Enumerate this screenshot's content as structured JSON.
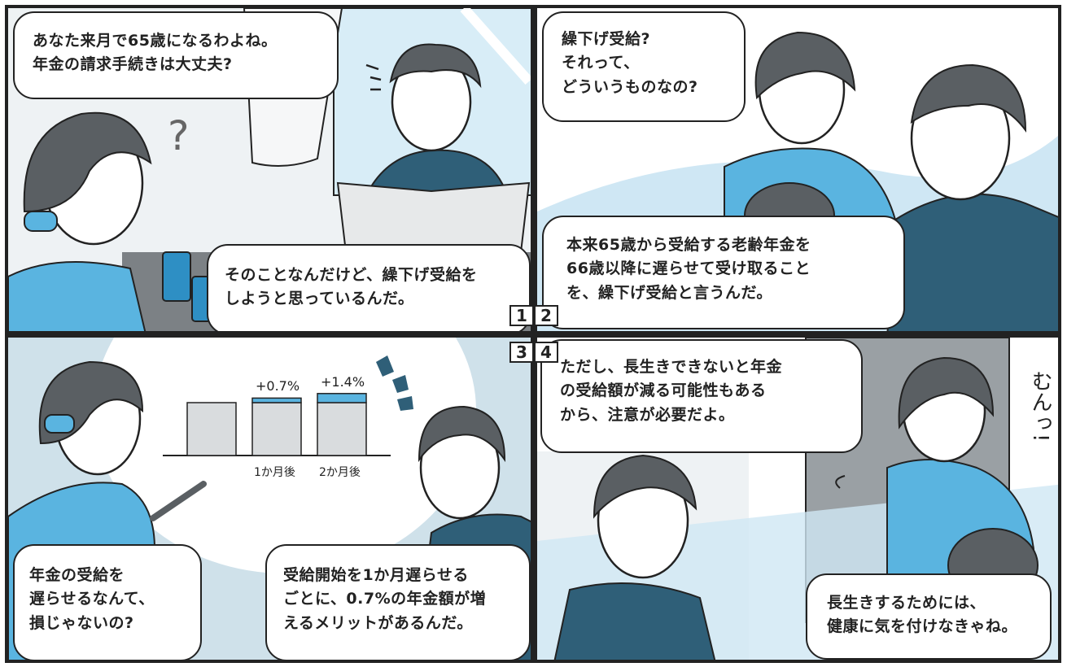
{
  "panels": [
    {
      "number": "1",
      "bubbles": [
        {
          "lines": [
            "あなた来月で65歳になるわよね。",
            "年金の請求手続きは大丈夫?"
          ]
        },
        {
          "lines": [
            "そのことなんだけど、繰下げ受給を",
            "しようと思っているんだ。"
          ]
        }
      ],
      "sfx": "?"
    },
    {
      "number": "2",
      "bubbles": [
        {
          "lines": [
            "繰下げ受給?",
            "それって、",
            "どういうものなの?"
          ]
        },
        {
          "lines": [
            "本来65歳から受給する老齢年金を",
            "66歳以降に遅らせて受け取ること",
            "を、繰下げ受給と言うんだ。"
          ]
        }
      ]
    },
    {
      "number": "3",
      "bubbles": [
        {
          "lines": [
            "年金の受給を",
            "遅らせるなんて、",
            "損じゃないの?"
          ]
        },
        {
          "lines": [
            "受給開始を1か月遅らせる",
            "ごとに、0.7%の年金額が増",
            "えるメリットがあるんだ。"
          ]
        }
      ]
    },
    {
      "number": "4",
      "bubbles": [
        {
          "lines": [
            "ただし、長生きできないと年金",
            "の受給額が減る可能性もある",
            "から、注意が必要だよ。"
          ]
        },
        {
          "lines": [
            "長生きするためには、",
            "健康に気を付けなきゃね。"
          ]
        }
      ],
      "sfx": "むんっ!"
    }
  ],
  "chart_data": {
    "type": "bar",
    "categories": [
      "",
      "1か月後",
      "2か月後"
    ],
    "base_values": [
      100,
      100,
      100
    ],
    "increase_labels": [
      "",
      "+0.7%",
      "+1.4%"
    ],
    "increase_pct": [
      0,
      0.7,
      1.4
    ]
  },
  "colors": {
    "blue_light": "#5ab4e0",
    "blue_sky": "#cfe7f4",
    "navy": "#2f5f78",
    "gray": "#9aa0a4",
    "gray_light": "#d9dcde",
    "ink": "#222222"
  }
}
